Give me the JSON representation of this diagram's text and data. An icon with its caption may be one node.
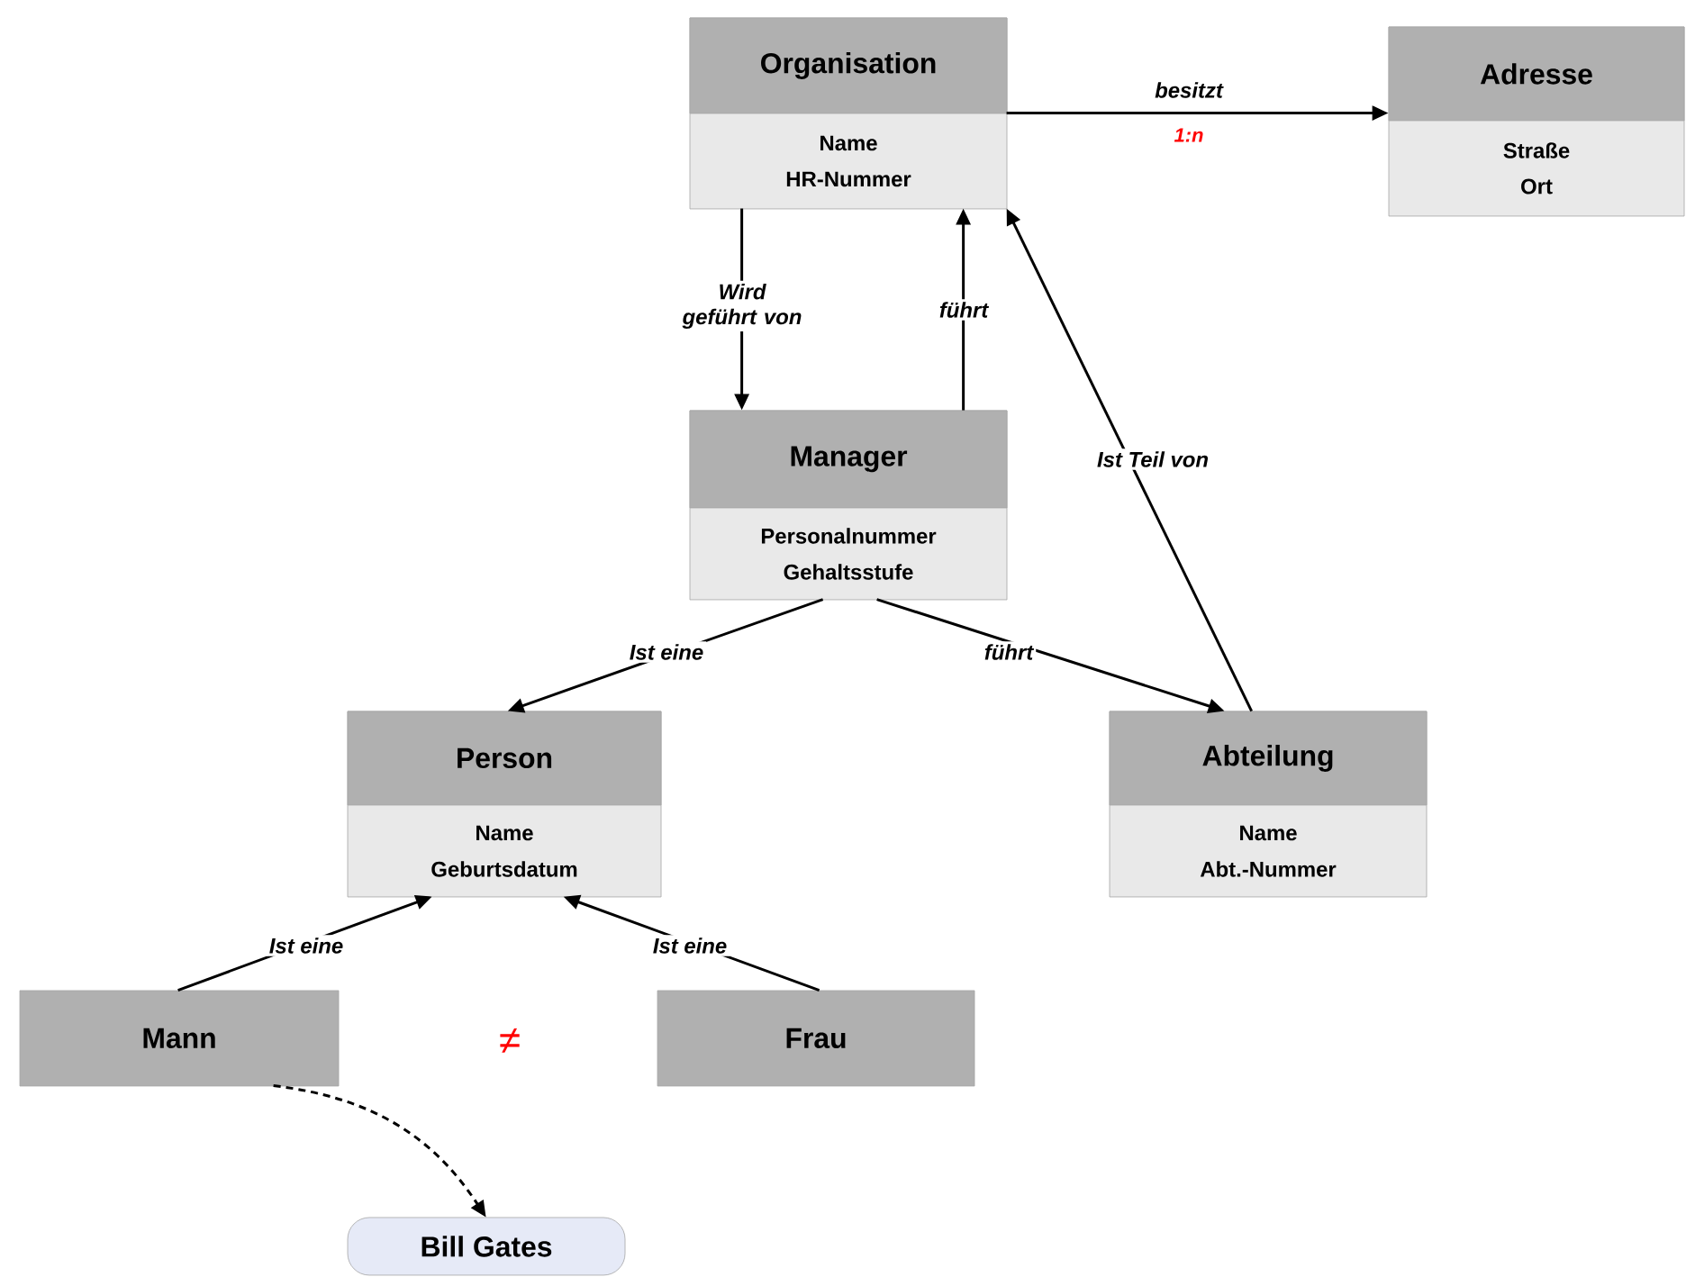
{
  "diagram": {
    "nodes": [
      {
        "text": [
          "Organisation",
          "Name",
          "HR-Nummer"
        ]
      },
      {
        "text": [
          "Adresse",
          "Straße",
          "Ort"
        ]
      },
      {
        "text": [
          "Manager",
          "Personalnummer",
          "Gehaltsstufe"
        ]
      },
      {
        "text": [
          "Person",
          "Name",
          "Geburtsdatum"
        ]
      },
      {
        "text": [
          "Abteilung",
          "Name",
          "Abt.-Nummer"
        ]
      },
      {
        "text": [
          "Mann"
        ]
      },
      {
        "text": [
          "Frau"
        ]
      },
      {
        "text": [
          "Bill Gates"
        ]
      }
    ],
    "edges": [
      {
        "from": 0,
        "to": 1,
        "arrow": "to",
        "label": "besitzt"
      },
      {
        "from": 0,
        "to": 2,
        "arrow": "to",
        "label": "Wird geführt von"
      },
      {
        "from": 2,
        "to": 0,
        "arrow": "to",
        "label": "führt"
      },
      {
        "from": 4,
        "to": 0,
        "arrow": "to",
        "label": "Ist Teil von"
      },
      {
        "from": 2,
        "to": 3,
        "arrow": "to",
        "label": "Ist eine"
      },
      {
        "from": 2,
        "to": 4,
        "arrow": "to",
        "label": "führt"
      },
      {
        "from": 5,
        "to": 3,
        "arrow": "to",
        "label": "Ist eine"
      },
      {
        "from": 6,
        "to": 3,
        "arrow": "to",
        "label": "Ist eine"
      },
      {
        "from": 5,
        "to": 7,
        "arrow": "to",
        "style": "dashed"
      }
    ],
    "labels": [
      "1:n",
      "≠"
    ]
  }
}
